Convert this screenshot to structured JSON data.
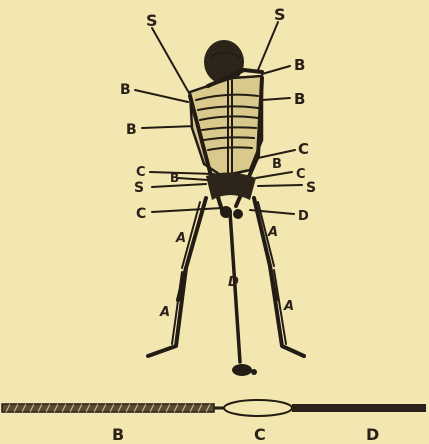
{
  "figure": {
    "labels": {
      "s_left_top": "S",
      "s_right_top": "S",
      "b_left_shoulder": "B",
      "b_right_shoulder": "B",
      "b_right_arm": "B",
      "b_left_side": "B",
      "c_right_elbow": "C",
      "c_left_wrist": "C",
      "b_inner_right": "B",
      "c_inner_right": "C",
      "s_left_hip": "S",
      "b_left_hip": "B",
      "s_right_hip": "S",
      "c_left_hand": "C",
      "d_right_hand": "D",
      "a_left_thigh": "A",
      "a_right_thigh": "A",
      "d_club": "D",
      "a_left_shin": "A",
      "a_right_shin": "A"
    },
    "shaft": {
      "b": "B",
      "c": "C",
      "d": "D"
    }
  }
}
